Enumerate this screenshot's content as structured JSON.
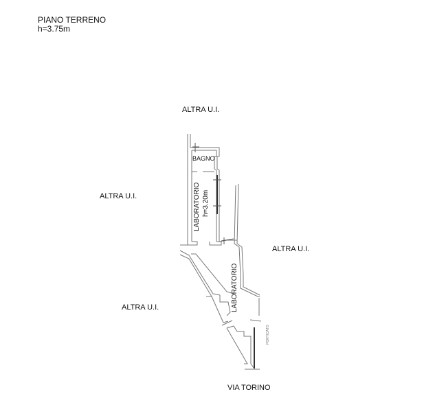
{
  "header": {
    "floor": "PIANO TERRENO",
    "height": "h=3.75m"
  },
  "labels": {
    "other_unit_top": "ALTRA U.I.",
    "other_unit_left": "ALTRA U.I.",
    "other_unit_right": "ALTRA U.I.",
    "other_unit_bottom_left": "ALTRA U.I.",
    "bathroom": "BAGNO",
    "lab_upper": "LABORATORIO",
    "lab_upper_height": "h=3.20m",
    "lab_lower": "LABORATORIO",
    "portico": "PORTICATO",
    "street": "VIA TORINO"
  }
}
